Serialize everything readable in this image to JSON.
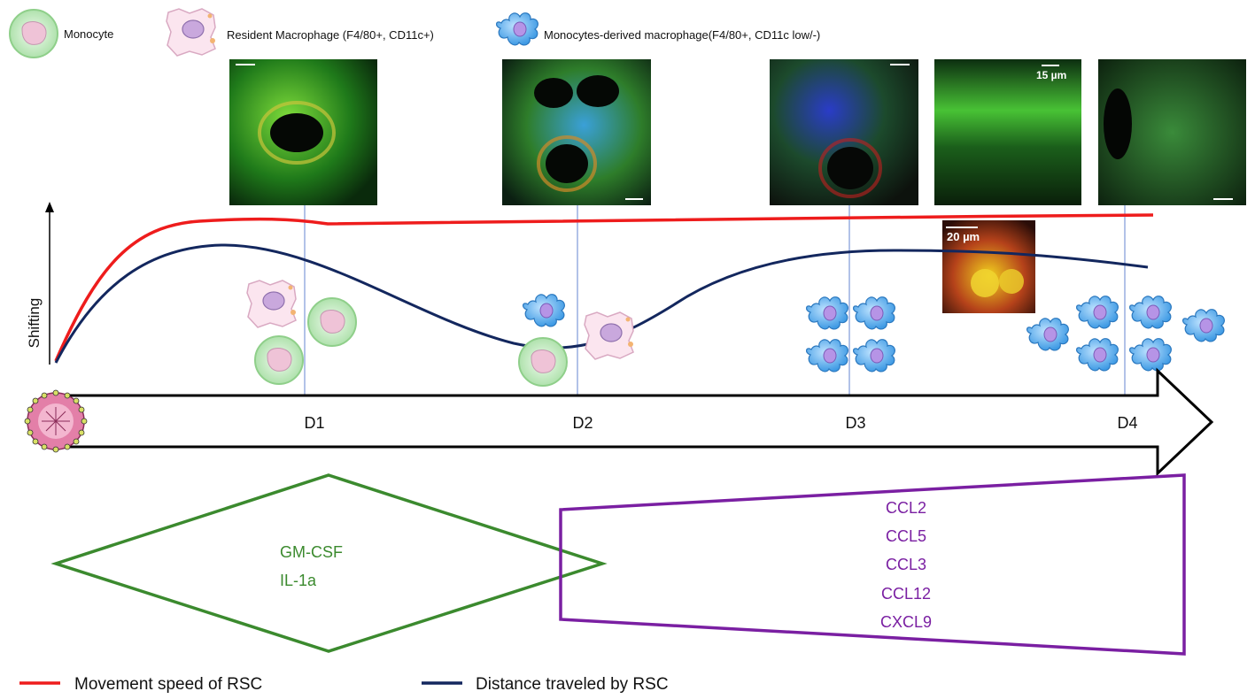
{
  "legend_top": {
    "monocyte": "Monocyte",
    "resident": "Resident Macrophage (F4/80+, CD11c+)",
    "derived": "Monocytes-derived macrophage(F4/80+, CD11c low/-)"
  },
  "axis": {
    "ylabel": "Shifting"
  },
  "days": [
    "D1",
    "D2",
    "D3",
    "D4"
  ],
  "micrographs": {
    "scale_a": "15 µm",
    "scale_b": "20 µm"
  },
  "diamond": {
    "lines": [
      "GM-CSF",
      "IL-1a"
    ],
    "color": "#3b8a2e"
  },
  "trapezoid": {
    "lines": [
      "CCL2",
      "CCL5",
      "CCL3",
      "CCL12",
      "CXCL9"
    ],
    "color": "#7a1fa2"
  },
  "legend_bottom": {
    "red": "Movement speed of RSC",
    "navy": "Distance traveled by RSC"
  },
  "colors": {
    "red": "#ee1c1c",
    "navy": "#13275e",
    "tick": "#7f9ad8"
  }
}
